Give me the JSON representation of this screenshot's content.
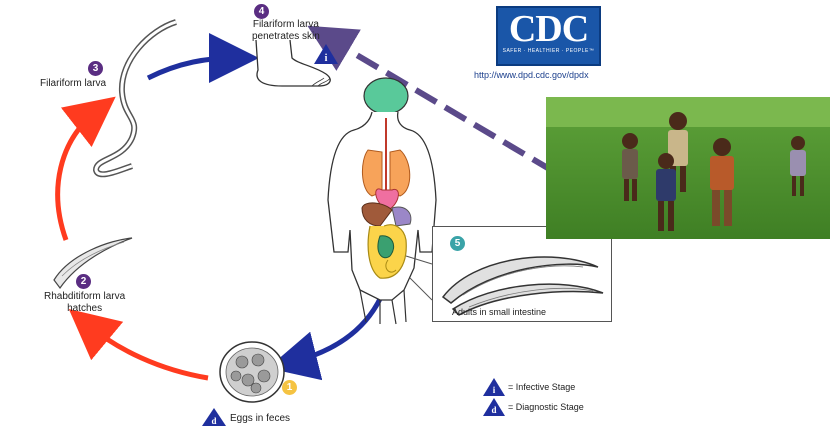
{
  "logo": {
    "text": "CDC",
    "tagline": "SAFER · HEALTHIER · PEOPLE™"
  },
  "url": "http://www.dpd.cdc.gov/dpdx",
  "stages": [
    {
      "number": "1",
      "label": "Eggs in feces",
      "color": "#f5c342",
      "marker": "d"
    },
    {
      "number": "2",
      "label_line1": "Rhabditiform larva",
      "label_line2": "hatches",
      "color": "#5a2d82"
    },
    {
      "number": "3",
      "label": "Filariform larva",
      "color": "#5a2d82"
    },
    {
      "number": "4",
      "label_line1": "Filariform larva",
      "label_line2": "penetrates skin",
      "color": "#5a2d82",
      "marker": "i"
    },
    {
      "number": "5",
      "label": "Adults in small intestine",
      "color": "#3aa3a8"
    }
  ],
  "legend": {
    "infective_symbol": "i",
    "infective_label": "= Infective Stage",
    "diagnostic_symbol": "d",
    "diagnostic_label": "= Diagnostic Stage"
  },
  "colors": {
    "red_arrow": "#ff3b1f",
    "blue_arrow": "#1f2f9e",
    "dashed_arrow": "#5b4a8a",
    "marker_blue": "#1f2f9e"
  }
}
